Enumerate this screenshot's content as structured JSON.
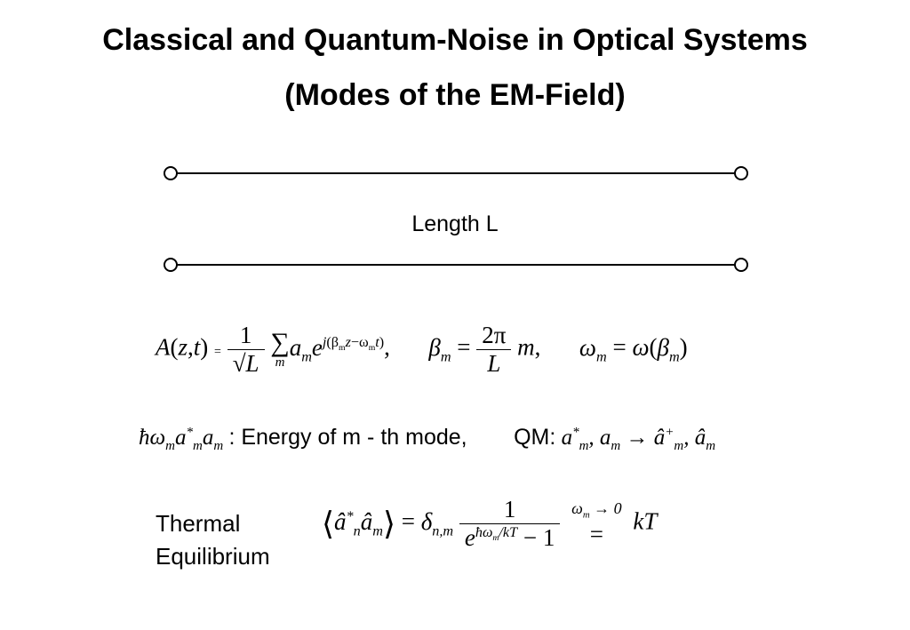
{
  "slide": {
    "title_line1": "Classical and Quantum-Noise in Optical Systems",
    "title_line2": "(Modes of the EM-Field)",
    "length_label": "Length L",
    "thermal_label_line1": "Thermal",
    "thermal_label_line2": "Equilibrium"
  },
  "equations": {
    "field_expansion": "A(z,t) = 1/√L Σ_m a_m e^{j(β_m z − ω_m t)}, β_m = 2π/L m, ω_m = ω(β_m)",
    "energy_and_qm": "ħω_m a*_m a_m : Energy of m - th mode, QM: a*_m, a_m → â⁺_m, â_m",
    "thermal_equilibrium": "⟨â*_n â_m⟩ = δ_{n,m} 1/(e^{ħω_m/kT} − 1) →(ω_m → 0) kT"
  }
}
